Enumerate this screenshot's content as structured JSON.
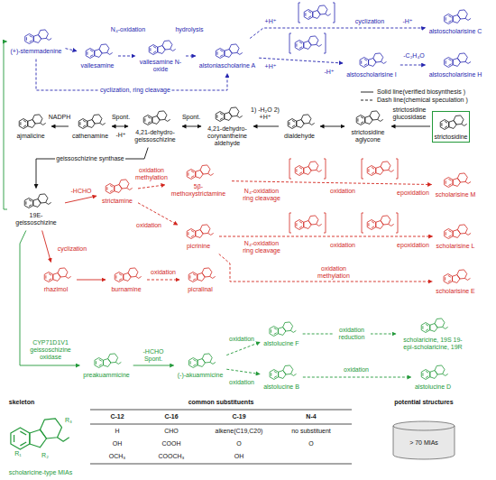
{
  "diagram": {
    "nodes": [
      {
        "text": [
          "(+)-stemmadenine"
        ]
      },
      {
        "text": [
          "vallesamine"
        ]
      },
      {
        "text": [
          "vallesamine N-oxide"
        ]
      },
      {
        "text": [
          "alstoniascholarine A"
        ]
      },
      {
        "text": [
          "alstoscholarisine I"
        ]
      },
      {
        "text": [
          "alstoscholarisine C"
        ]
      },
      {
        "text": [
          "alstoscholarisine H"
        ]
      },
      {
        "text": [
          "ajmalicine"
        ]
      },
      {
        "text": [
          "cathenamine"
        ]
      },
      {
        "text": [
          "4,21-dehydro-geissoschizine"
        ]
      },
      {
        "text": [
          "4,21-dehydro-corynantheine aldehyde"
        ]
      },
      {
        "text": [
          "dialdehyde"
        ]
      },
      {
        "text": [
          "strictosidine aglycone"
        ]
      },
      {
        "text": [
          "strictosidine"
        ]
      },
      {
        "text": [
          "19E-geissoschizine"
        ]
      },
      {
        "text": [
          "strictamine"
        ]
      },
      {
        "text": [
          "5β-methoxystrictamine"
        ]
      },
      {
        "text": [
          "picrinine"
        ]
      },
      {
        "text": [
          "rhazimol"
        ]
      },
      {
        "text": [
          "burnamine"
        ]
      },
      {
        "text": [
          "picralinal"
        ]
      },
      {
        "text": [
          "scholarisine M"
        ]
      },
      {
        "text": [
          "scholarisine L"
        ]
      },
      {
        "text": [
          "scholarisine E"
        ]
      },
      {
        "text": [
          "preakuammicine"
        ]
      },
      {
        "text": [
          "(-)-akuammicine"
        ]
      },
      {
        "text": [
          "alstolucine F"
        ]
      },
      {
        "text": [
          "scholaricine, 19S 19-epi-scholaricine, 19R"
        ]
      },
      {
        "text": [
          "alstolucine B"
        ]
      },
      {
        "text": [
          "alstolucine D"
        ]
      },
      {
        "text": [
          "> 70 MIAs"
        ]
      }
    ],
    "edges": [
      {
        "from": 0,
        "to": 1,
        "arrow": "to"
      },
      {
        "from": 1,
        "to": 2,
        "label": "N₄-oxidation",
        "arrow": "to"
      },
      {
        "from": 2,
        "to": 3,
        "label": "hydrolysis",
        "arrow": "to"
      },
      {
        "from": 0,
        "to": 3,
        "label": "cyclization, ring cleavage",
        "arrow": "to"
      },
      {
        "from": 3,
        "to": 5,
        "label": "cyclization",
        "arrow": "to"
      },
      {
        "from": 3,
        "to": 4,
        "label": "+H⁺",
        "arrow": "to"
      },
      {
        "from": 4,
        "to": 6,
        "label": "-C₂H₄O",
        "arrow": "to"
      },
      {
        "from": 13,
        "to": 12,
        "label": "strictosidine glucosidase",
        "arrow": "to"
      },
      {
        "from": 12,
        "to": 11,
        "arrow": "both"
      },
      {
        "from": 11,
        "to": 10,
        "label": "1) -H₂O 2) +H⁺",
        "arrow": "to"
      },
      {
        "from": 10,
        "to": 9,
        "label": "Spont.",
        "arrow": "both"
      },
      {
        "from": 9,
        "to": 8,
        "label": "Spont.",
        "arrow": "both"
      },
      {
        "from": 8,
        "to": 7,
        "label": "NADPH",
        "arrow": "to"
      },
      {
        "from": 9,
        "to": 14,
        "label": "geissoschizine synthase",
        "arrow": "to"
      },
      {
        "from": 14,
        "to": 0,
        "arrow": "to"
      },
      {
        "from": 14,
        "to": 15,
        "label": "-HCHO",
        "arrow": "to"
      },
      {
        "from": 14,
        "to": 18,
        "label": "cyclization",
        "arrow": "to"
      },
      {
        "from": 15,
        "to": 16,
        "label": "oxidation methylation",
        "arrow": "to"
      },
      {
        "from": 15,
        "to": 17,
        "label": "oxidation",
        "arrow": "to"
      },
      {
        "from": 18,
        "to": 19,
        "arrow": "to"
      },
      {
        "from": 19,
        "to": 20,
        "label": "oxidation",
        "arrow": "to"
      },
      {
        "from": 16,
        "to": 21,
        "label": "oxidation",
        "arrow": "to"
      },
      {
        "from": 17,
        "to": 22,
        "label": "oxidation",
        "arrow": "to"
      },
      {
        "from": 17,
        "to": 23,
        "label": "oxidation methylation",
        "arrow": "to"
      },
      {
        "from": 14,
        "to": 24,
        "label": "CYP71D1V1 geissoschizine oxidase",
        "arrow": "to"
      },
      {
        "from": 24,
        "to": 25,
        "label": "-HCHO Spont.",
        "arrow": "to"
      },
      {
        "from": 25,
        "to": 26,
        "label": "oxidation",
        "arrow": "to"
      },
      {
        "from": 26,
        "to": 27,
        "label": "oxidation reduction",
        "arrow": "to"
      },
      {
        "from": 25,
        "to": 28,
        "label": "oxidation",
        "arrow": "to"
      },
      {
        "from": 28,
        "to": 29,
        "label": "oxidation",
        "arrow": "to"
      }
    ],
    "labels": [
      "-H⁺",
      "+H⁺",
      "-H⁺",
      "-H⁺",
      "N₄-oxidation ring cleavage",
      "epoxidation",
      "N₄-oxidation ring cleavage",
      "epoxidation",
      "skeleton",
      "R₁",
      "R₂",
      "R₃",
      "scholaricine-type MIAs",
      "common substituents",
      "C-12",
      "C-16",
      "C-19",
      "N-4",
      "H",
      "CHO",
      "alkene(C19,C20)",
      "no substituent",
      "OH",
      "COOH",
      "O",
      "O",
      "OCH₃",
      "COOCH₃",
      "OH",
      "potential structures"
    ],
    "legend": [
      {
        "text": "Solid line(verified biosynthesis )"
      },
      {
        "text": "Dash line(chemical speculation )"
      }
    ]
  }
}
